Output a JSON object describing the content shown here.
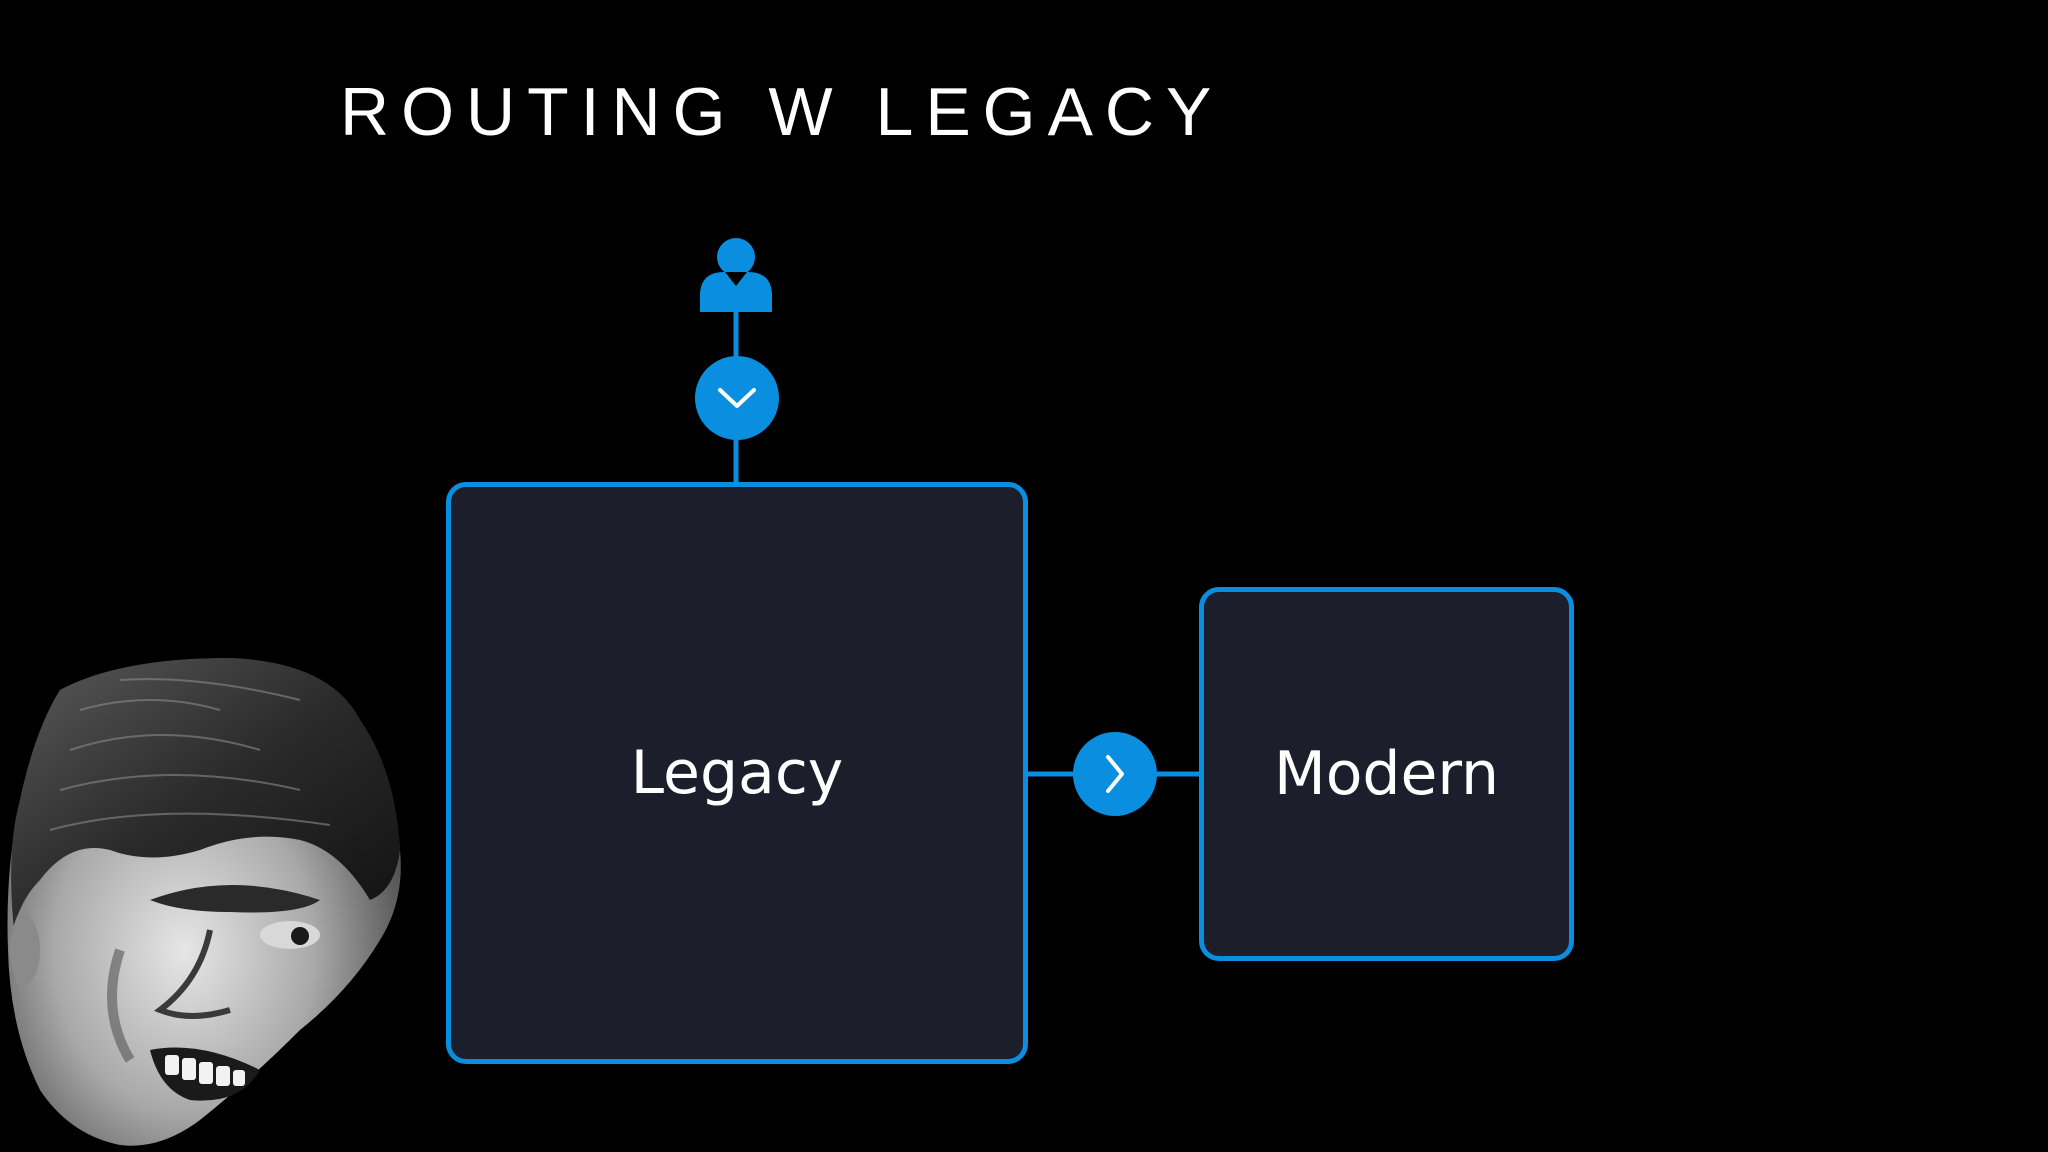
{
  "slide": {
    "title": "ROUTING W LEGACY"
  },
  "diagram": {
    "nodes": [
      {
        "id": "legacy",
        "label": "Legacy"
      },
      {
        "id": "modern",
        "label": "Modern"
      }
    ],
    "edges": [
      {
        "from": "user",
        "to": "legacy",
        "direction": "down"
      },
      {
        "from": "legacy",
        "to": "modern",
        "direction": "right"
      }
    ]
  },
  "icons": {
    "user": "user-icon",
    "down_arrow": "chevron-down-icon",
    "right_arrow": "chevron-right-icon",
    "photo": "face-photo"
  },
  "colors": {
    "background": "#000000",
    "accent": "#0a8ee0",
    "box_fill": "#1c1f2b",
    "text": "#ffffff"
  }
}
